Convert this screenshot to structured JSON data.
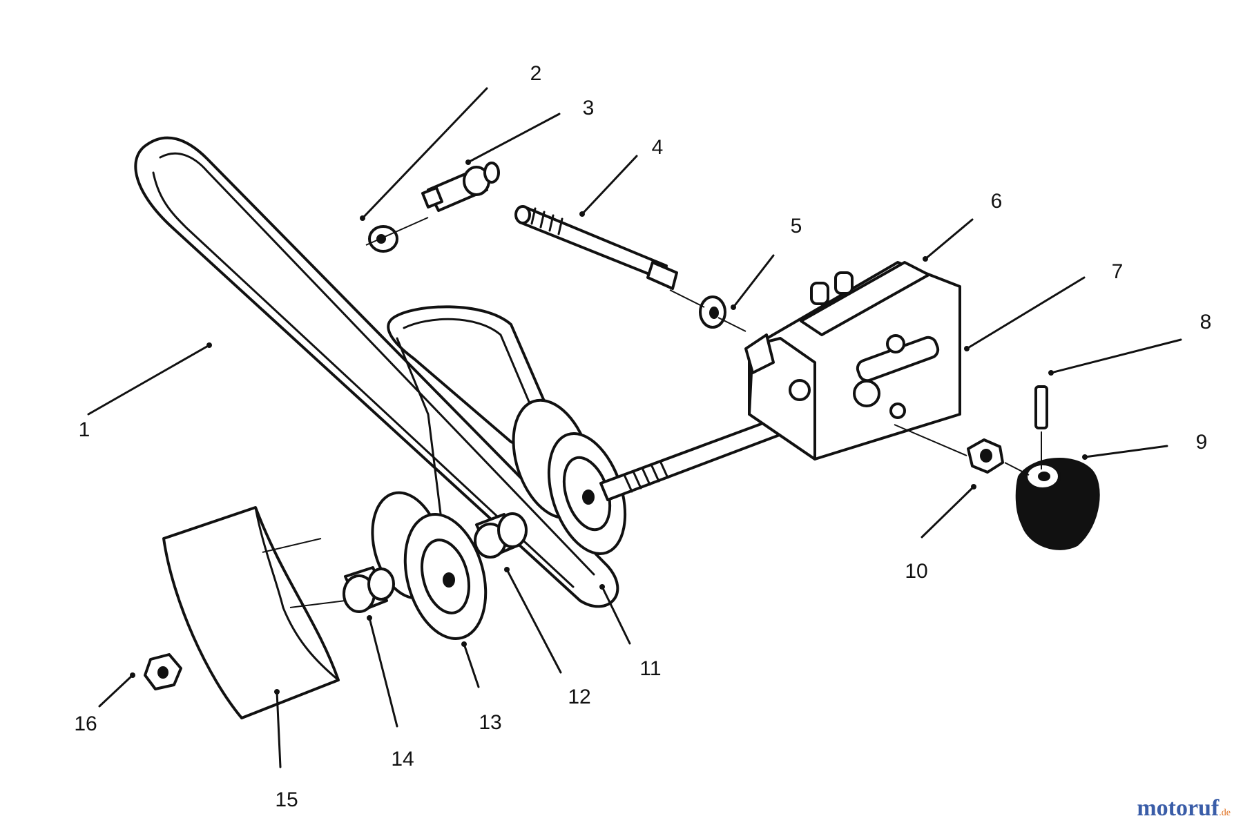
{
  "callouts": [
    "1",
    "2",
    "3",
    "4",
    "5",
    "6",
    "7",
    "8",
    "9",
    "10",
    "11",
    "12",
    "13",
    "14",
    "15",
    "16"
  ],
  "watermark": {
    "brand": "motoruf",
    "suffix": ".de",
    "color": "#3a5da8",
    "accent": "#e07020"
  }
}
